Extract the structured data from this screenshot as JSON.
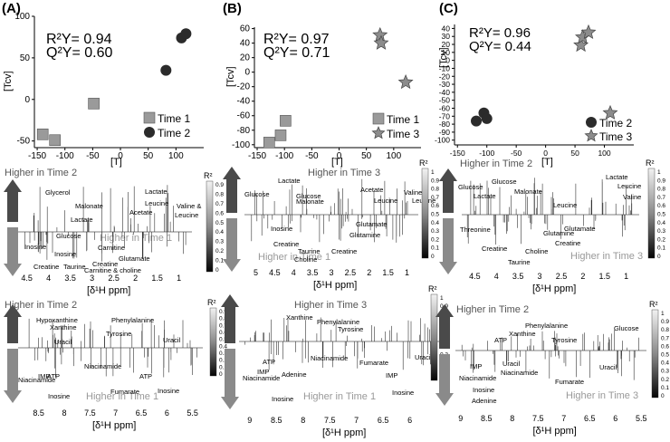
{
  "panel_labels": [
    "(A)",
    "(B)",
    "(C)"
  ],
  "axis_titles": {
    "y": "[Tcv]",
    "x": "[T]",
    "nmr": "[δ¹H ppm]"
  },
  "colorbar": {
    "title": "R²"
  },
  "colors": {
    "time1": "#9a9a9a",
    "time2": "#2b2b2b",
    "time3": "#8c8c8c",
    "arrow_dark": "#4a4a4a",
    "arrow_light": "#8a8a8a"
  },
  "chart_data": [
    {
      "type": "scatter",
      "panel": "(A)",
      "stats": {
        "r2y": "R²Y= 0.94",
        "q2y": "Q²Y= 0.60"
      },
      "xlabel": "[T]",
      "ylabel": "[Tcv]",
      "xlim": [
        -155,
        150
      ],
      "ylim": [
        -58,
        100
      ],
      "xticks": [
        "-150",
        "-100",
        "-50",
        "0",
        "50",
        "100"
      ],
      "yticks": [
        "-50",
        "0",
        "50",
        "100"
      ],
      "series": [
        {
          "name": "Time 1",
          "marker": "square",
          "points": [
            [
              -140,
              -42
            ],
            [
              -118,
              -49
            ],
            [
              -48,
              -5
            ]
          ]
        },
        {
          "name": "Time 2",
          "marker": "circle",
          "points": [
            [
              82,
              35
            ],
            [
              110,
              74
            ],
            [
              118,
              79
            ]
          ]
        }
      ],
      "legend": "bottom-right"
    },
    {
      "type": "scatter",
      "panel": "(B)",
      "stats": {
        "r2y": "R²Y= 0.97",
        "q2y": "Q²Y= 0.71"
      },
      "xlabel": "[T]",
      "ylabel": "[Tcv]",
      "xlim": [
        -155,
        150
      ],
      "ylim": [
        -104,
        62
      ],
      "xticks": [
        "-150",
        "-100",
        "-50",
        "0",
        "50",
        "100"
      ],
      "yticks": [
        "-100",
        "-80",
        "-60",
        "-40",
        "-20",
        "0",
        "20",
        "40",
        "60"
      ],
      "series": [
        {
          "name": "Time 1",
          "marker": "square",
          "points": [
            [
              -128,
              -97
            ],
            [
              -107,
              -87
            ],
            [
              -98,
              -67
            ]
          ]
        },
        {
          "name": "Time 3",
          "marker": "star",
          "points": [
            [
              75,
              51
            ],
            [
              77,
              40
            ],
            [
              122,
              -14
            ]
          ]
        }
      ],
      "legend": "bottom-right"
    },
    {
      "type": "scatter",
      "panel": "(C)",
      "stats": {
        "r2y": "R²Y= 0.96",
        "q2y": "Q²Y= 0.44"
      },
      "xlabel": "[T]",
      "ylabel": "[Tcv]",
      "xlim": [
        -155,
        150
      ],
      "ylim": [
        -106,
        45
      ],
      "xticks": [
        "-150",
        "-100",
        "-50",
        "0",
        "50",
        "100"
      ],
      "yticks": [
        "-100",
        "-90",
        "-80",
        "-70",
        "-60",
        "-50",
        "-40",
        "-30",
        "-20",
        "-10",
        "0",
        "10",
        "20",
        "30",
        "40"
      ],
      "series": [
        {
          "name": "Time 2",
          "marker": "circle",
          "points": [
            [
              -118,
              -76
            ],
            [
              -105,
              -66
            ],
            [
              -100,
              -73
            ]
          ]
        },
        {
          "name": "Time 3",
          "marker": "star",
          "points": [
            [
              60,
              19
            ],
            [
              63,
              29
            ],
            [
              73,
              35
            ],
            [
              110,
              -66
            ]
          ]
        }
      ],
      "legend": "bottom-right"
    },
    {
      "type": "line",
      "panel": "A-aliphatic",
      "top_label": "Higher in Time 2",
      "bottom_label": "Higher in Time 1",
      "xlabel": "[δ¹H ppm]",
      "xrange": [
        4.7,
        0.7
      ],
      "xticks": [
        "4.5",
        "4",
        "3.5",
        "3",
        "2.5",
        "2",
        "1.5",
        "1"
      ],
      "up_annotations": [
        "Lactate",
        "Glycerol",
        "Malonate",
        "Lactate",
        "Leucine",
        "Acetate",
        "Valine &",
        "Leucine"
      ],
      "down_annotations": [
        "Inosine",
        "Glucose",
        "Inosine",
        "Creatine",
        "Taurine",
        "Carnitine",
        "Creatine",
        "Carnitine & choline",
        "Glutamate"
      ],
      "colorbar_ticks": [
        "0.9",
        "0.8",
        "0.7",
        "0.6",
        "0.5",
        "0.4",
        "0.3",
        "0.2",
        "0.1",
        "0"
      ]
    },
    {
      "type": "line",
      "panel": "B-aliphatic",
      "top_label": "Higher in Time 3",
      "bottom_label": "Higher in Time 1",
      "xlabel": "[δ¹H ppm]",
      "xrange": [
        5.3,
        0.7
      ],
      "xticks": [
        "5",
        "4.5",
        "4",
        "3.5",
        "3",
        "2.5",
        "2",
        "1.5",
        "1"
      ],
      "up_annotations": [
        "Glucose",
        "Lactate",
        "Malonate",
        "Glucose",
        "Acetate",
        "Leucine",
        "Valine",
        "Leucine"
      ],
      "down_annotations": [
        "Inosine",
        "Creatine",
        "Taurine",
        "Choline",
        "Creatine",
        "Glutamate",
        "Glutamine"
      ],
      "colorbar_ticks": [
        "1",
        "0.9",
        "0.8",
        "0.7",
        "0.6",
        "0.5",
        "0.4",
        "0.3",
        "0.2",
        "0.1",
        "0"
      ]
    },
    {
      "type": "line",
      "panel": "C-aliphatic",
      "top_label": "Higher in Time 2",
      "bottom_label": "Higher in Time 3",
      "xlabel": "[δ¹H ppm]",
      "xrange": [
        4.8,
        0.7
      ],
      "xticks": [
        "4.5",
        "4",
        "3.5",
        "3",
        "2.5",
        "2",
        "1.5",
        "1"
      ],
      "up_annotations": [
        "Glucose",
        "Glucose",
        "Lactate",
        "Malonate",
        "Leucine",
        "Lactate",
        "Leucine",
        "Valine"
      ],
      "down_annotations": [
        "Threonine",
        "Creatine",
        "Taurine",
        "Choline",
        "Glutamine",
        "Glutamate",
        "Creatine"
      ],
      "colorbar_ticks": [
        "1",
        "0.9",
        "0.8",
        "0.7",
        "0.6",
        "0.5",
        "0.4",
        "0.3",
        "0.2",
        "0.1",
        "0"
      ]
    },
    {
      "type": "line",
      "panel": "A-aromatic",
      "top_label": "Higher in Time 2",
      "bottom_label": "Higher in Time 1",
      "xlabel": "[δ¹H ppm]",
      "xrange": [
        8.9,
        5.3
      ],
      "xticks": [
        "8.5",
        "8",
        "7.5",
        "7",
        "6.5",
        "6",
        "5.5"
      ],
      "up_annotations": [
        "Hypoxanthine",
        "Xanthine",
        "Phenylalanine",
        "Uracil",
        "Tyrosine",
        "Uracil"
      ],
      "down_annotations": [
        "Niacinamide",
        "IMP",
        "ATP",
        "Inosine",
        "Niacinamide",
        "ATP",
        "Fumarate",
        "Inosine"
      ],
      "colorbar_ticks": [
        "0.9",
        "0.8",
        "0.7",
        "0.6",
        "0.5",
        "0.4",
        "0.3",
        "0.2",
        "0.1",
        "0"
      ]
    },
    {
      "type": "line",
      "panel": "B-aromatic",
      "top_label": "Higher in Time 3",
      "bottom_label": "Higher in Time 1",
      "xlabel": "[δ¹H ppm]",
      "xrange": [
        9.2,
        5.4
      ],
      "xticks": [
        "9",
        "8.5",
        "8",
        "7.5",
        "7",
        "6.5",
        "6"
      ],
      "up_annotations": [
        "Xanthine",
        "Phenylalanine",
        "Tyrosine"
      ],
      "down_annotations": [
        "Niacinamide",
        "ATP",
        "IMP",
        "Adenine",
        "Niacinamide",
        "Fumarate",
        "IMP",
        "Inosine",
        "Uracil",
        "Inosine"
      ],
      "colorbar_ticks": [
        "1",
        "0.9",
        "0.8",
        "0.7",
        "0.6",
        "0.5",
        "0.4",
        "0.3",
        "0.2",
        "0.1",
        "0"
      ]
    },
    {
      "type": "line",
      "panel": "C-aromatic",
      "top_label": "Higher in Time 2",
      "bottom_label": "Higher in Time 3",
      "xlabel": "[δ¹H ppm]",
      "xrange": [
        9.1,
        5.4
      ],
      "xticks": [
        "9",
        "8.5",
        "8",
        "7.5",
        "7",
        "6.5",
        "6",
        "5.5"
      ],
      "up_annotations": [
        "ATP",
        "Xanthine",
        "Phenylalanine",
        "Tyrosine",
        "Glucose"
      ],
      "down_annotations": [
        "Niacinamide",
        "IMP",
        "Inosine",
        "Adenine",
        "Uracil",
        "Niacinamide",
        "Fumarate",
        "Uracil"
      ],
      "colorbar_ticks": [
        "1",
        "0.9",
        "0.8",
        "0.7",
        "0.6",
        "0.5",
        "0.4",
        "0.3",
        "0.2",
        "0.1",
        "0"
      ]
    }
  ]
}
